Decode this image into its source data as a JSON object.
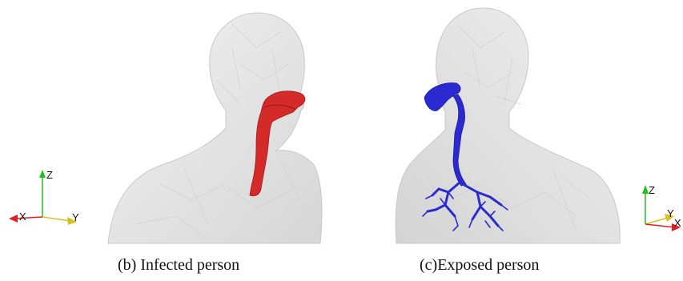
{
  "captions": {
    "left": "(b) Infected person",
    "right": "(c)Exposed person"
  },
  "axes_left": {
    "z": "Z",
    "x": "X",
    "y": "Y"
  },
  "axes_right": {
    "z": "Z",
    "y": "Y",
    "x": "X"
  },
  "colors": {
    "body": "#e6e6e6",
    "body_edge": "#c8c8c8",
    "airway_infected": "#d42a2a",
    "airway_exposed": "#2a2ad0",
    "axis_x": "#e02020",
    "axis_y": "#d8c020",
    "axis_z": "#20c020"
  },
  "icons": [
    "body-mesh",
    "airway-model",
    "axis-triad"
  ]
}
